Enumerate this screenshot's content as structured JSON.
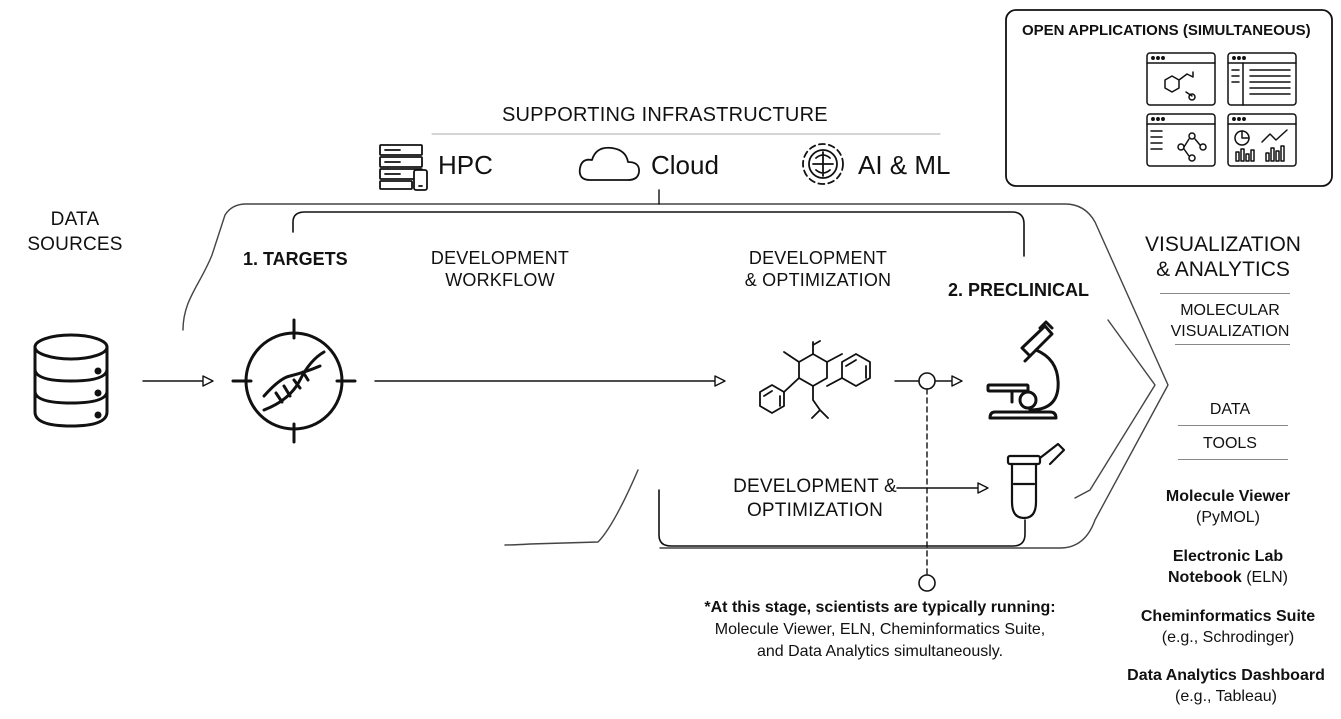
{
  "infrastructure": {
    "title": "SUPPORTING INFRASTRUCTURE",
    "items": [
      {
        "label": "HPC",
        "icon": "server-icon"
      },
      {
        "label": "Cloud",
        "icon": "cloud-icon"
      },
      {
        "label": "AI & ML",
        "icon": "ai-gear-icon"
      }
    ]
  },
  "open_apps": {
    "title": "OPEN APPLICATIONS (SIMULTANEOUS)",
    "windows": [
      "molecule-window-icon",
      "notebook-window-icon",
      "network-window-icon",
      "dashboard-window-icon"
    ]
  },
  "data_sources": {
    "line1": "DATA",
    "line2": "SOURCES",
    "icon": "database-icon"
  },
  "workflow": {
    "targets": "1. TARGETS",
    "dev_workflow": {
      "line1": "DEVELOPMENT",
      "line2": "WORKFLOW"
    },
    "dev_opt_top": {
      "line1": "DEVELOPMENT",
      "line2": "& OPTIMIZATION"
    },
    "preclinical": "2. PRECLINICAL",
    "dev_opt_bottom": {
      "line1": "DEVELOPMENT &",
      "line2": "OPTIMIZATION"
    },
    "icons": [
      "dna-target-icon",
      "molecule-structure-icon",
      "microscope-icon",
      "test-tube-icon"
    ]
  },
  "note": {
    "line1": "*At this stage, scientists are typically running:",
    "line2": "Molecule Viewer, ELN, Cheminformatics Suite,",
    "line3": "and Data Analytics simultaneously."
  },
  "visualization": {
    "title1": "VISUALIZATION",
    "title2": "& ANALYTICS",
    "sub1": "MOLECULAR",
    "sub2": "VISUALIZATION",
    "data": "DATA",
    "tools": "TOOLS",
    "tool_list": [
      {
        "bold": "Molecule Viewer",
        "sub": "(PyMOL)"
      },
      {
        "bold": "Electronic Lab",
        "bold2": "Notebook",
        "sub": "(ELN)"
      },
      {
        "bold": "Cheminformatics Suite",
        "sub": "(e.g., Schrodinger)"
      },
      {
        "bold": "Data Analytics Dashboard",
        "sub": "(e.g., Tableau)"
      }
    ]
  }
}
